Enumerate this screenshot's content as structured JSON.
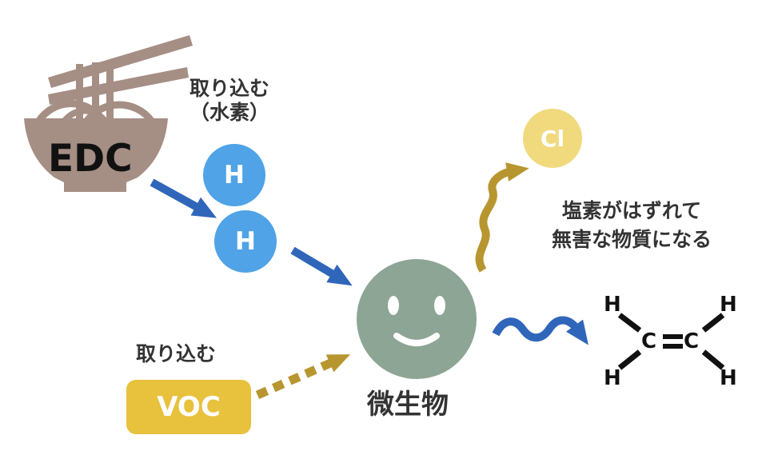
{
  "colors": {
    "bowl": "#A58E84",
    "hydrogen": "#4FA3E6",
    "blue_arrow": "#3066BA",
    "microbe": "#8DA594",
    "gold": "#B79630",
    "voc": "#E8C13D",
    "chlorine": "#F1DA7E",
    "text": "#333333",
    "molecule": "#111111"
  },
  "icons": [
    "noodle-bowl-icon",
    "chopsticks-icon",
    "smiley-face-icon"
  ],
  "edc": {
    "label": "EDC"
  },
  "hydrogen": {
    "caption_line1": "取り込む",
    "caption_line2": "（水素）",
    "atom_label": "H"
  },
  "voc": {
    "caption": "取り込む",
    "label": "VOC"
  },
  "microbe": {
    "label": "微生物"
  },
  "chlorine": {
    "label": "Cl",
    "caption_line1": "塩素がはずれて",
    "caption_line2": "無害な物質になる"
  },
  "product": {
    "carbon": "C",
    "hydrogen": "H"
  }
}
